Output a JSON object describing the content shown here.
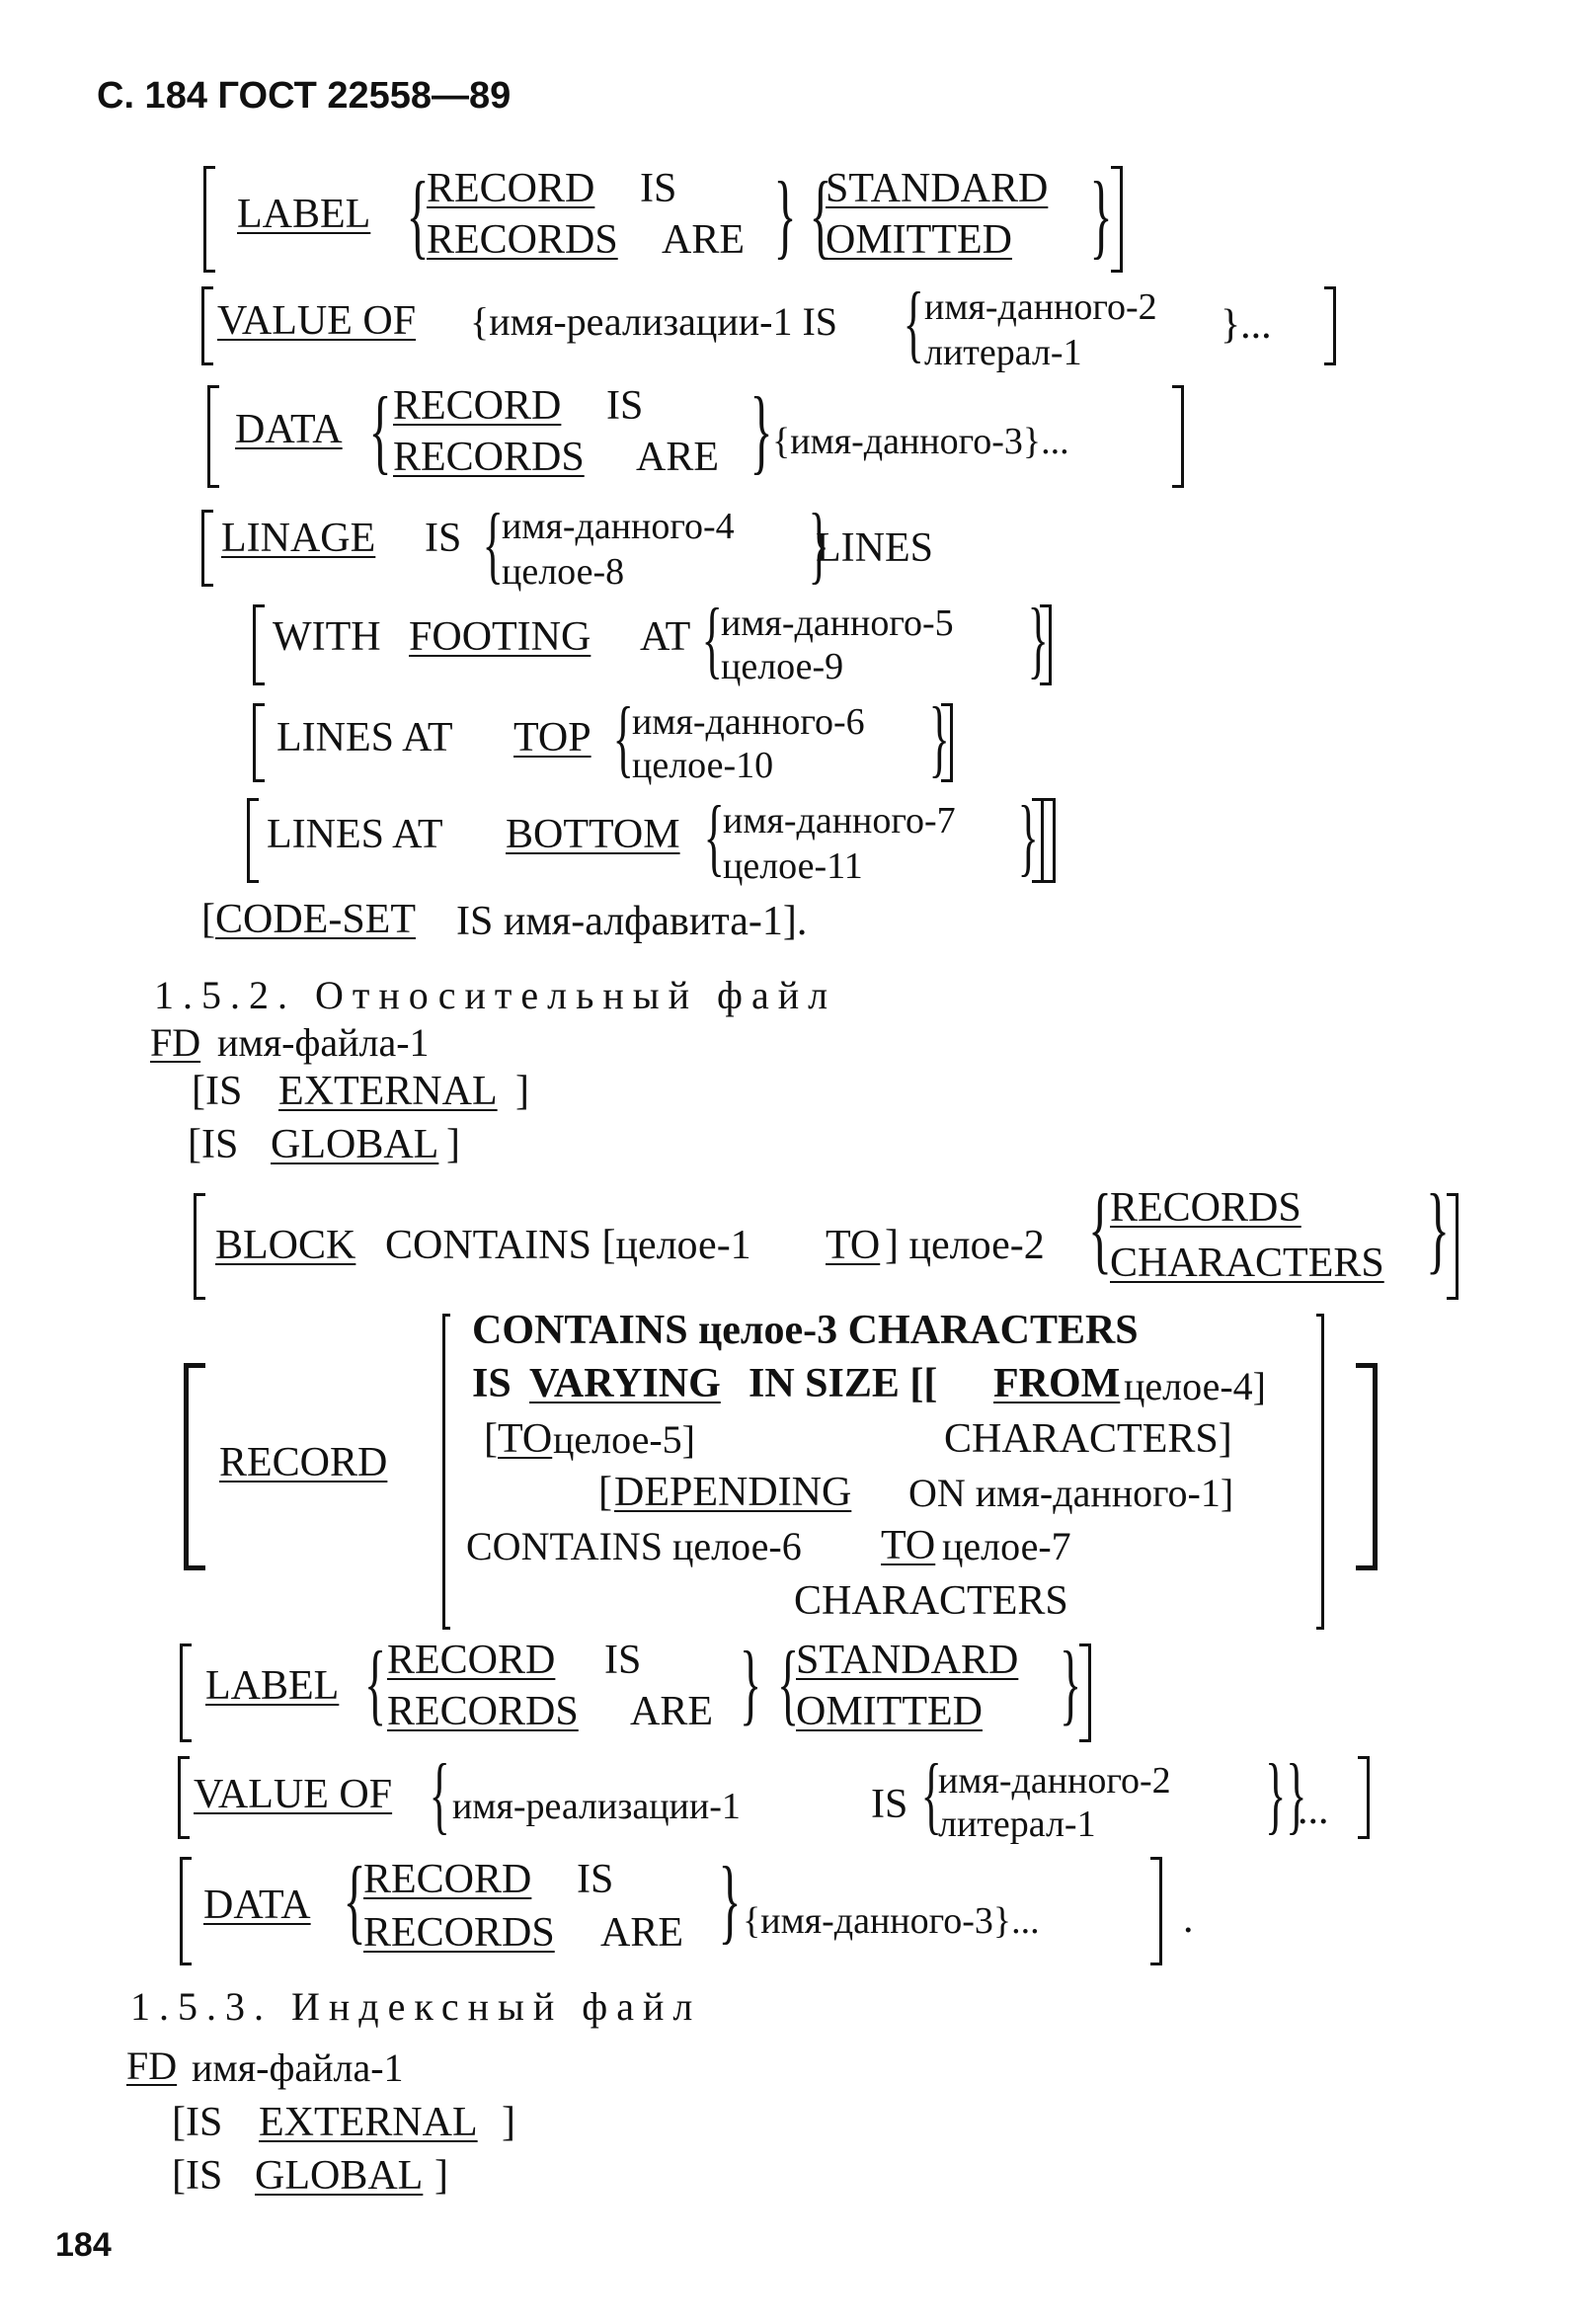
{
  "header": "С. 184 ГОСТ 22558—89",
  "page_number": "184",
  "block1": {
    "label": {
      "kw": "LABEL",
      "opt1": "RECORD",
      "opt1b": "IS",
      "opt2": "RECORDS",
      "opt2b": "ARE",
      "v1": "STANDARD",
      "v2": "OMITTED"
    },
    "value": {
      "kw": "VALUE OF",
      "impl": "{имя-реализации-1 IS",
      "opt1": "имя-данного-2",
      "opt2": "литерал-1",
      "tail": "}..."
    },
    "data": {
      "kw": "DATA",
      "opt1": "RECORD",
      "opt1b": "IS",
      "opt2": "RECORDS",
      "opt2b": "ARE",
      "tail": "{имя-данного-3}..."
    },
    "linage": {
      "kw": "LINAGE",
      "is": "IS",
      "opt1": "имя-данного-4",
      "opt2": "целое-8",
      "lines": "LINES"
    },
    "footing": {
      "with": "WITH",
      "kw": "FOOTING",
      "at": "AT",
      "opt1": "имя-данного-5",
      "opt2": "целое-9"
    },
    "top": {
      "lines_at": "LINES AT",
      "kw": "TOP",
      "opt1": "имя-данного-6",
      "opt2": "целое-10"
    },
    "bottom": {
      "lines_at": "LINES AT",
      "kw": "BOTTOM",
      "opt1": "имя-данного-7",
      "opt2": "целое-11"
    },
    "codeset": {
      "open": "[",
      "kw": "CODE-SET",
      "rest": "IS имя-алфавита-1]."
    }
  },
  "section_152": {
    "heading": "1.5.2. Относительный файл",
    "fd": {
      "kw": "FD",
      "rest": "имя-файла-1"
    },
    "external": {
      "open": "[IS",
      "kw": "EXTERNAL",
      "close": "]"
    },
    "global": {
      "open": "[IS",
      "kw": "GLOBAL",
      "close": "]"
    },
    "block": {
      "kw": "BLOCK",
      "contains": "CONTAINS [целое-1",
      "to": "TO",
      "rest": "] целое-2",
      "opt1": "RECORDS",
      "opt2": "CHARACTERS"
    },
    "record": {
      "kw": "RECORD",
      "l1": "CONTAINS целое-3 CHARACTERS",
      "l2a": "IS",
      "l2b": "VARYING",
      "l2c": "IN SIZE [[",
      "l2d": "FROM",
      "l2e": "целое-4]",
      "l3a": "[",
      "l3b": "TO",
      "l3c": "целое-5]",
      "l3d": "CHARACTERS]",
      "l4a": "[",
      "l4b": "DEPENDING",
      "l4c": "ON имя-данного-1]",
      "l5a": "CONTAINS целое-6",
      "l5b": "TO",
      "l5c": "целое-7",
      "l6": "CHARACTERS"
    },
    "label": {
      "kw": "LABEL",
      "opt1": "RECORD",
      "opt1b": "IS",
      "opt2": "RECORDS",
      "opt2b": "ARE",
      "v1": "STANDARD",
      "v2": "OMITTED"
    },
    "value": {
      "kw": "VALUE OF",
      "impl": "имя-реализации-1",
      "is": "IS",
      "opt1": "имя-данного-2",
      "opt2": "литерал-1",
      "tail": "..."
    },
    "data": {
      "kw": "DATA",
      "opt1": "RECORD",
      "opt1b": "IS",
      "opt2": "RECORDS",
      "opt2b": "ARE",
      "tail": "{имя-данного-3}...",
      "end": "."
    }
  },
  "section_153": {
    "heading": "1.5.3. Индексный файл",
    "fd": {
      "kw": "FD",
      "rest": "имя-файла-1"
    },
    "external": {
      "open": "[IS",
      "kw": "EXTERNAL",
      "close": "]"
    },
    "global": {
      "open": "[IS",
      "kw": "GLOBAL",
      "close": "]"
    }
  }
}
